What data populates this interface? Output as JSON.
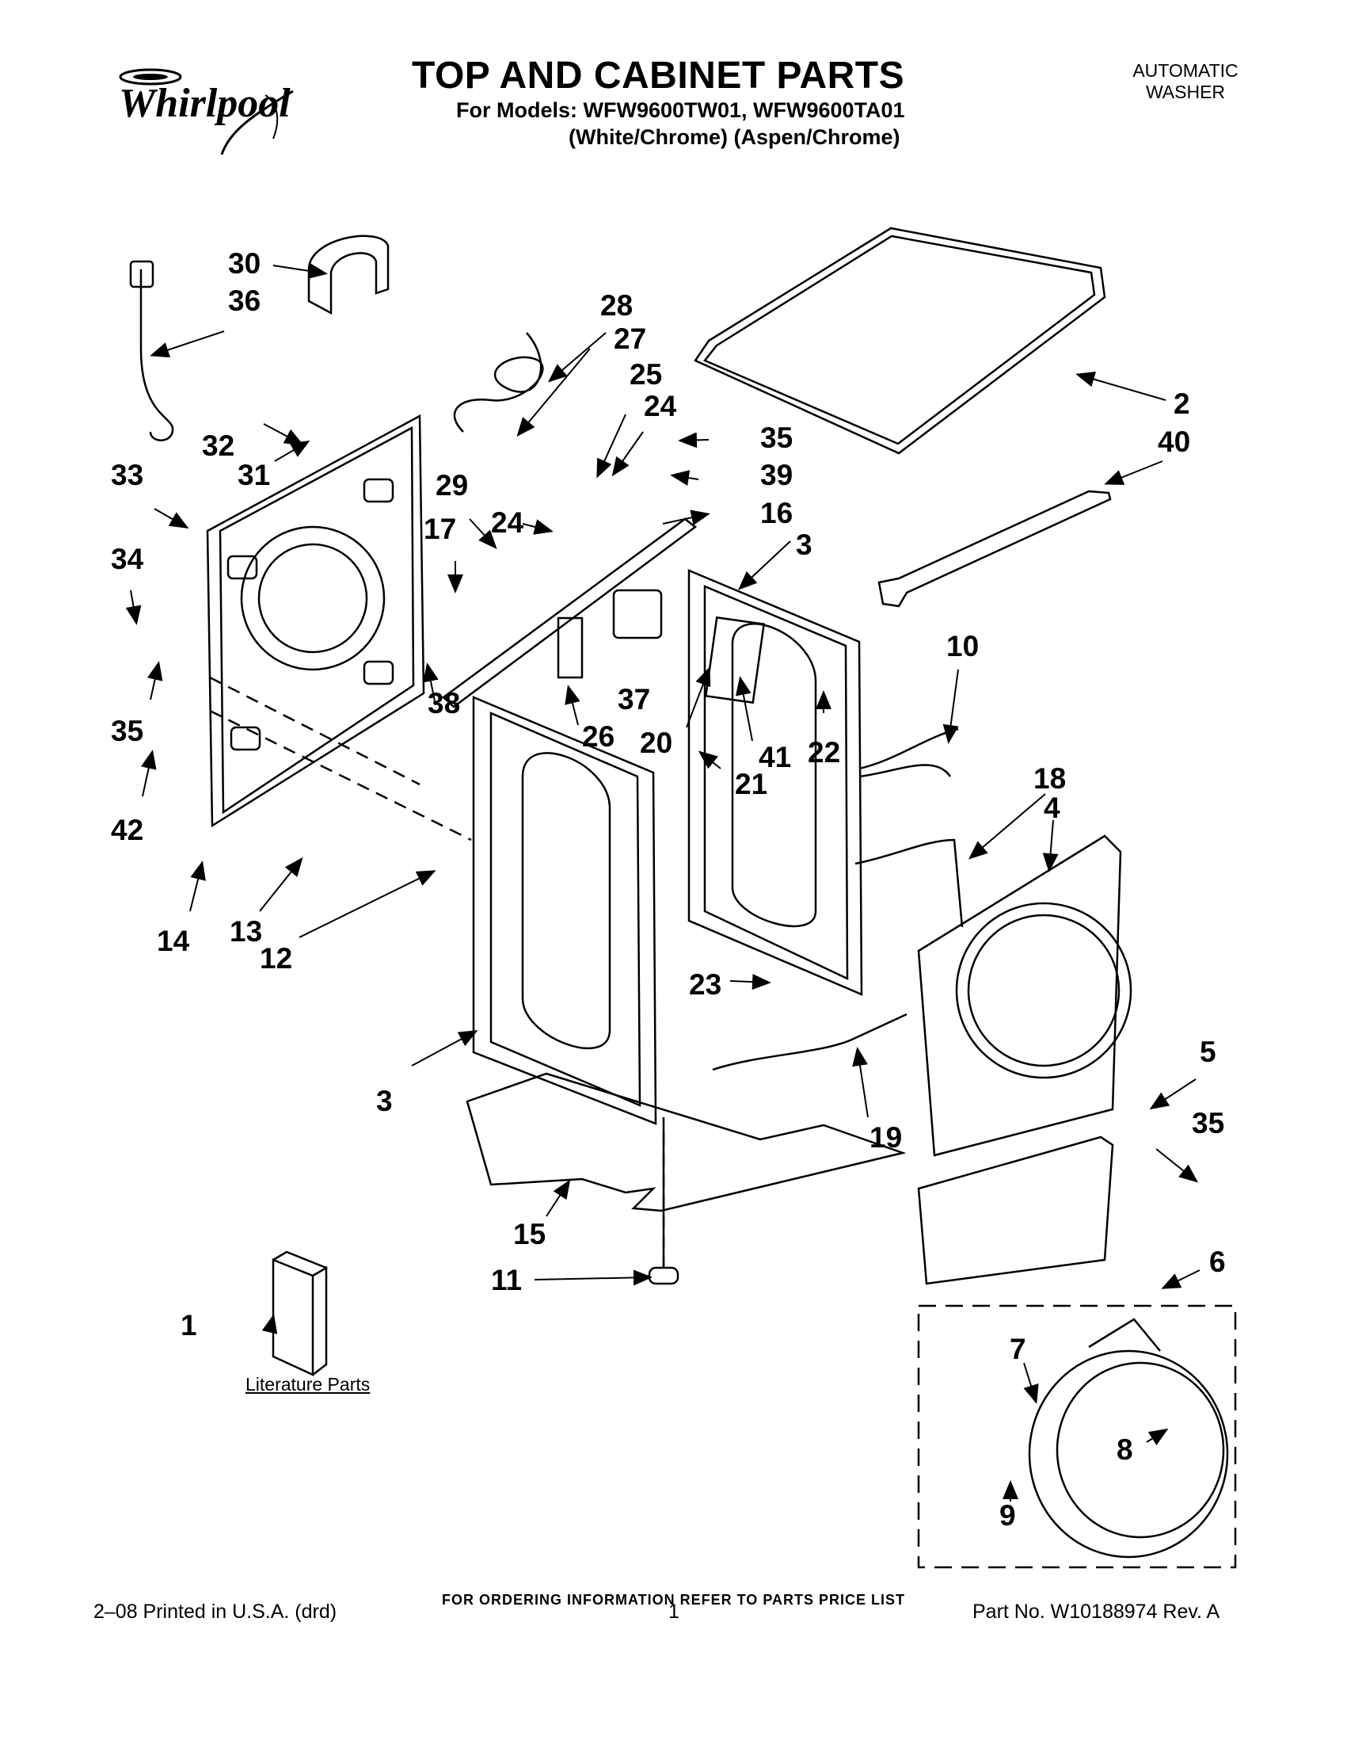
{
  "header": {
    "brand": "Whirlpool",
    "title": "TOP AND CABINET PARTS",
    "models_line": "For Models: WFW9600TW01, WFW9600TA01",
    "colors_line": "(White/Chrome)  (Aspen/Chrome)",
    "product_line1": "AUTOMATIC",
    "product_line2": "WASHER"
  },
  "callouts": {
    "c1": "1",
    "c2": "2",
    "c3a": "3",
    "c3b": "3",
    "c4": "4",
    "c5": "5",
    "c6": "6",
    "c7": "7",
    "c8": "8",
    "c9": "9",
    "c10": "10",
    "c11": "11",
    "c12": "12",
    "c13": "13",
    "c14": "14",
    "c15": "15",
    "c16": "16",
    "c17": "17",
    "c18": "18",
    "c19": "19",
    "c20": "20",
    "c21": "21",
    "c22": "22",
    "c23": "23",
    "c24a": "24",
    "c24b": "24",
    "c25": "25",
    "c26": "26",
    "c27": "27",
    "c28": "28",
    "c29": "29",
    "c30": "30",
    "c31": "31",
    "c32": "32",
    "c33": "33",
    "c34": "34",
    "c35a": "35",
    "c35b": "35",
    "c35c": "35",
    "c36": "36",
    "c37": "37",
    "c38": "38",
    "c39": "39",
    "c40": "40",
    "c41": "41",
    "c42": "42"
  },
  "literature_label": "Literature Parts",
  "footer": {
    "ordering": "FOR ORDERING INFORMATION REFER TO PARTS PRICE LIST",
    "printed": "2–08 Printed in U.S.A. (drd)",
    "page": "1",
    "part_no": "Part No. W10188974 Rev. A"
  }
}
